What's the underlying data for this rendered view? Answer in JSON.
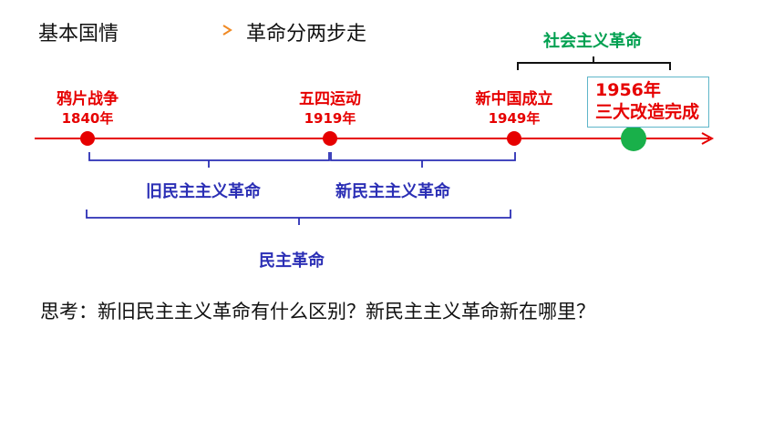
{
  "header": {
    "left_text": "基本国情",
    "right_text": "革命分两步走"
  },
  "events": [
    {
      "name": "鸦片战争",
      "year": "1840年"
    },
    {
      "name": "五四运动",
      "year": "1919年"
    },
    {
      "name": "新中国成立",
      "year": "1949年"
    }
  ],
  "highlight": {
    "year": "1956年",
    "name": "三大改造完成"
  },
  "brackets": {
    "socialist": "社会主义革命",
    "old_democratic": "旧民主主义革命",
    "new_democratic": "新民主主义革命",
    "democratic": "民主革命"
  },
  "question": "思考：新旧民主主义革命有什么区别？新民主主义革命新在哪里？",
  "colors": {
    "timeline": "#e60000",
    "bracket": "#2b2fb5",
    "socialist": "#00a050",
    "marker_green": "#19b04a",
    "arrow_start": "#e8197a",
    "arrow_end": "#f08a24"
  }
}
